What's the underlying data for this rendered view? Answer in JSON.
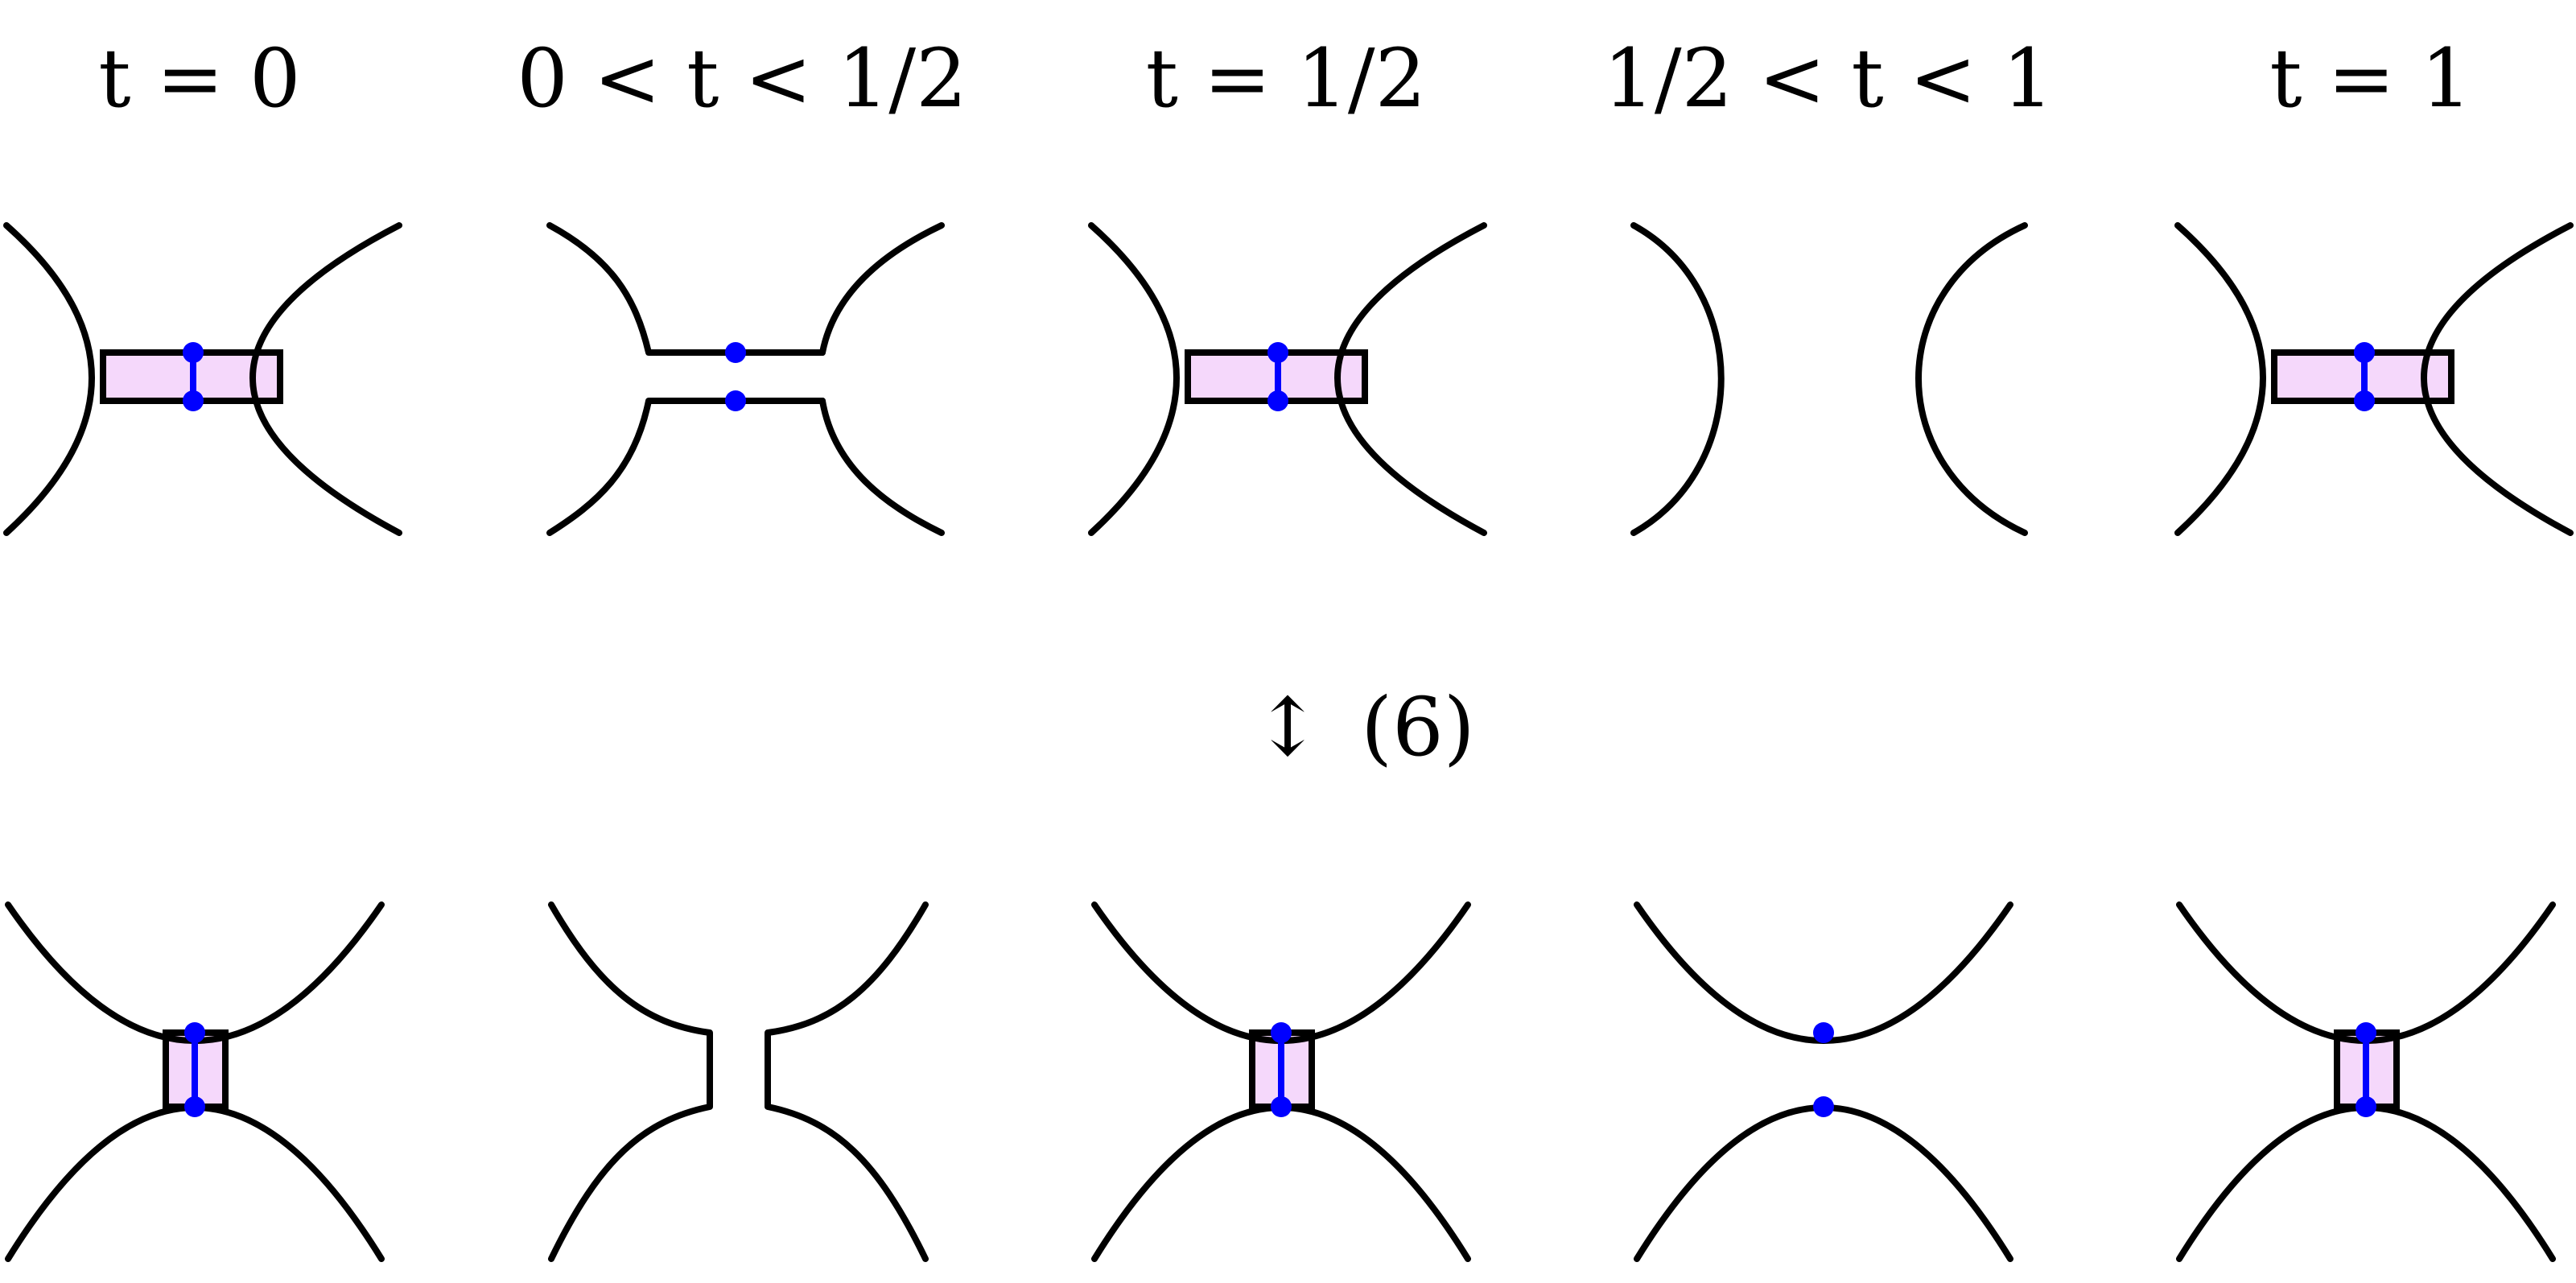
{
  "figure": {
    "stage_labels": [
      "t = 0",
      "0 < t < 1/2",
      "t = 1/2",
      "1/2 < t < 1",
      "t = 1"
    ],
    "transition_symbol": "↕",
    "transition_label": "(6)"
  },
  "colors": {
    "stroke": "#000000",
    "band_fill": "#f5d8fb",
    "marker": "#0000ff"
  },
  "icons": {
    "transition": "up-down-arrow-icon"
  }
}
